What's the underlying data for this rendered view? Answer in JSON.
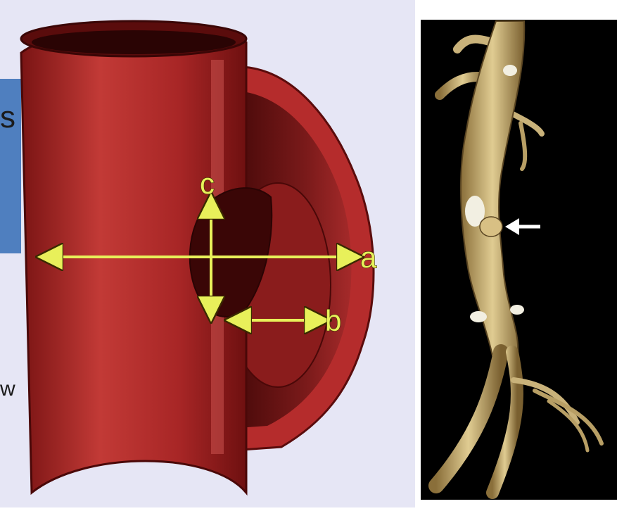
{
  "background_slide": {
    "accent_panel_color": "#4f7fbf",
    "text_fragments": {
      "top": "s",
      "bottom": "w"
    }
  },
  "illustration": {
    "background_color": "#e6e6f5",
    "vessel_color": "#b42a2a",
    "arrow_color": "#e8f05a",
    "labels": {
      "a": "a",
      "b": "b",
      "c": "c"
    }
  },
  "ct_image": {
    "background_color": "#000000",
    "vessel_color": "#c9b27a"
  }
}
